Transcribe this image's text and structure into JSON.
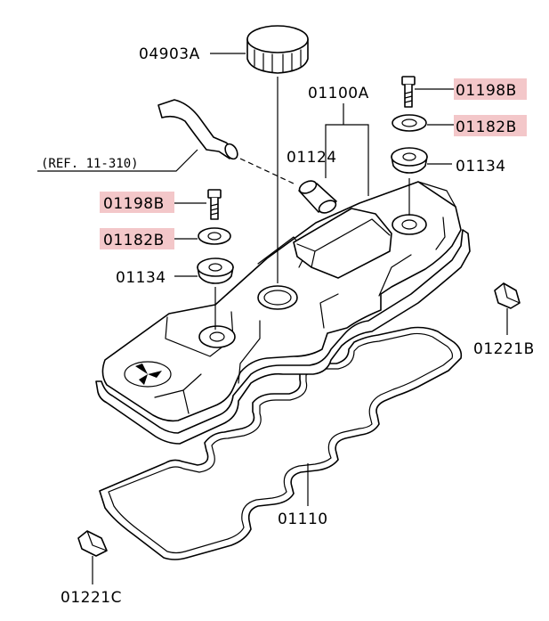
{
  "diagram": {
    "labels": {
      "cap": "04903A",
      "cover_assy": "01100A",
      "bolt_right": "01198B",
      "washer_right": "01182B",
      "seal_right": "01134",
      "pcv_valve": "01124",
      "bolt_left": "01198B",
      "washer_left": "01182B",
      "seal_left": "01134",
      "plug_right": "01221B",
      "gasket": "01110",
      "plug_left": "01221C",
      "reference": "(REF. 11-310)"
    },
    "highlight_color": "#f3c7c9"
  }
}
